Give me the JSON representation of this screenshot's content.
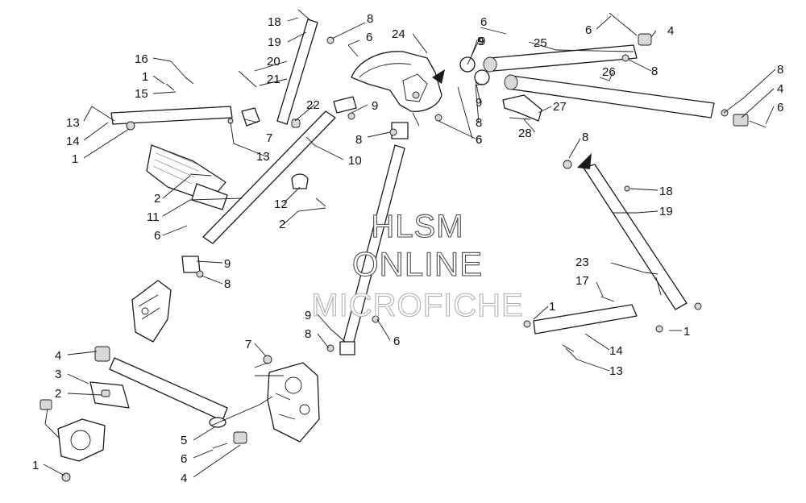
{
  "watermark": {
    "line1": "HLSM",
    "line2": "ONLINE",
    "line3": "MICROFICHE"
  },
  "callouts": [
    "18",
    "8",
    "19",
    "6",
    "20",
    "21",
    "24",
    "6",
    "9",
    "25",
    "6",
    "4",
    "16",
    "1",
    "15",
    "13",
    "14",
    "1",
    "7",
    "13",
    "22",
    "9",
    "8",
    "6",
    "8",
    "9",
    "8",
    "26",
    "4",
    "6",
    "9",
    "8",
    "27",
    "28",
    "6",
    "8",
    "18",
    "19",
    "10",
    "2",
    "11",
    "6",
    "12",
    "2",
    "9",
    "8",
    "23",
    "17",
    "1",
    "1",
    "14",
    "13",
    "9",
    "8",
    "6",
    "7",
    "4",
    "3",
    "2",
    "5",
    "6",
    "4",
    "1"
  ],
  "colors": {
    "line": "#1a1a1a",
    "background": "#ffffff",
    "watermark_outline": "#4a4a4a"
  }
}
